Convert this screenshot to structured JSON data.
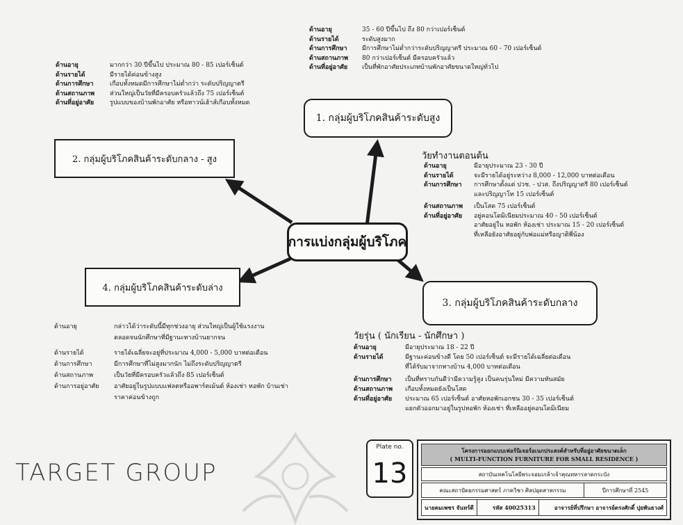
{
  "central": "การแบ่งกลุ่มผู้บริโภค",
  "groups": {
    "g1": "1.  กลุ่มผู้บริโภคสินค้าระดับสูง",
    "g2": "2.  กลุ่มผู้บริโภคสินค้าระดับกลาง - สูง",
    "g3": "3.  กลุ่มผู้บริโภคสินค้าระดับกลาง",
    "g4": "4.  กลุ่มผู้บริโภคสินค้าระดับล่าง"
  },
  "info1": [
    {
      "label": "ด้านอายุ",
      "value": "35 - 60 ปีขึ้นไป ถึง 80 กว่าเปอร์เซ็นต์"
    },
    {
      "label": "ด้านรายได้",
      "value": "ระดับสูงมาก"
    },
    {
      "label": "ด้านการศึกษา",
      "value": "มีการศึกษาไม่ต่ำกว่าระดับปริญญาตรี ประมาณ 60 - 70 เปอร์เซ็นต์"
    },
    {
      "label": "ด้านสถานภาพ",
      "value": "80 กว่าเปอร์เซ็นต์ มีครอบครัวแล้ว"
    },
    {
      "label": "ด้านที่อยู่อาศัย",
      "value": "เป็นที่พักอาศัยประเภทบ้านพักอาศัยขนาดใหญ่ทั่วไป"
    }
  ],
  "info2": [
    {
      "label": "ด้านอายุ",
      "value": "มากกว่า 30 ปีขึ้นไป ประมาณ 80 - 85 เปอร์เซ็นต์"
    },
    {
      "label": "ด้านรายได้",
      "value": "มีรายได้ค่อนข้างสูง"
    },
    {
      "label": "ด้านการศึกษา",
      "value": "เกือบทั้งหมดมีการศึกษาไม่ต่ำกว่า ระดับปริญญาตรี"
    },
    {
      "label": "ด้านสถานภาพ",
      "value": "ส่วนใหญ่เป็นวัยที่มีครอบครัวแล้วถึง 75 เปอร์เซ็นต์"
    },
    {
      "label": "ด้านที่อยู่อาศัย",
      "value": "รูปแบบของบ้านพักอาศัย หรือทาวน์เฮ้าส์เกือบทั้งหมด"
    }
  ],
  "info3_heading": "วัยทำงานตอนต้น",
  "info3": [
    {
      "label": "ด้านอายุ",
      "value": "มีอายุประมาณ  23 - 30 ปี"
    },
    {
      "label": "ด้านรายได้",
      "value": "จะมีรายได้อยู่ระหว่าง 8,000 - 12,000 บาทต่อเดือน"
    },
    {
      "label": "ด้านการศึกษา",
      "value": "การศึกษาตั้งแต่ ปวช. - ปวส. ถึงปริญญาตรี 80 เปอร์เซ็นต์"
    },
    {
      "label": "",
      "value": "และปริญญาโท 15 เปอร์เซ็นต์"
    },
    {
      "label": "ด้านสถานภาพ",
      "value": "เป็นโสด 75 เปอร์เซ็นต์"
    },
    {
      "label": "ด้านที่อยู่อาศัย",
      "value": "อยู่คอนโดมิเนียมประมาณ  40 - 50 เปอร์เซ็นต์"
    },
    {
      "label": "",
      "value": "อาศัยอยู่ใน หอพัก ห้องเช่า ประมาณ 15 - 20 เปอร์เซ็นต์"
    },
    {
      "label": "",
      "value": "ที่เหลือยังอาศัยอยู่กับพ่อแม่หรือญาติพี่น้อง"
    }
  ],
  "info4": [
    {
      "label": "ด้านอายุ",
      "value": "กล่าวได้ว่าระดับนี้มีทุกช่วงอายุ ส่วนใหญ่เป็นผู้ใช้แรงงาน"
    },
    {
      "label": "",
      "value": "ตลอดจนนักศึกษาที่มีฐานะทางบ้านยากจน"
    },
    {
      "label": "ด้านรายได้",
      "value": "รายได้เฉลี่ยจะอยู่ที่ประมาณ 4,000 - 5,000 บาทต่อเดือน"
    },
    {
      "label": "ด้านการศึกษา",
      "value": "มีการศึกษาที่ไม่สูงมากนัก ไม่ถึงระดับปริญญาตรี"
    },
    {
      "label": "ด้านสถานภาพ",
      "value": "เป็นวัยที่มีครอบครัวแล้วถึง 85 เปอร์เซ็นต์"
    },
    {
      "label": "ด้านการอยู่อาศัย",
      "value": "อาศัยอยู่ในรูปแบบแฟลตหรืออพาร์ตเม้นต์ ห้องเช่า หอพัก บ้านเช่า"
    },
    {
      "label": "",
      "value": "ราคาค่อนข้างถูก"
    }
  ],
  "info5_heading": "วัยรุ่น ( นักเรียน - นักศึกษา )",
  "info5": [
    {
      "label": "ด้านอายุ",
      "value": "มีอายุประมาณ 18 - 22 ปี"
    },
    {
      "label": "ด้านรายได้",
      "value": "มีฐานะค่อนข้างดี โดย 50 เปอร์เซ็นต์ จะมีรายได้เฉลี่ยต่อเดือน"
    },
    {
      "label": "",
      "value": "ที่ได้รับมาจากทางบ้าน 4,000 บาทต่อเดือน"
    },
    {
      "label": "ด้านการศึกษา",
      "value": "เป็นที่ทราบกันดีว่ามีความรู้สูง เป็นคนรุ่นใหม่ มีความทันสมัย"
    },
    {
      "label": "ด้านสถานภาพ",
      "value": "เกือบทั้งหมดยังเป็นโสด"
    },
    {
      "label": "ด้านที่อยู่อาศัย",
      "value": "ประมาณ 65 เปอร์เซ็นต์ อาศัยหอพักเอกชน 30 - 35 เปอร์เซ็นต์"
    },
    {
      "label": "",
      "value": "แยกตัวออกมาอยู่ในรูปหอพัก ห้องเช่า ที่เหลืออยู่คอนโดมิเนียม"
    }
  ],
  "footer": {
    "target": "TARGET GROUP",
    "plate_label": "Plate no.",
    "plate_number": "13",
    "project_th": "โครงการออกแบบเฟอร์นิเจอร์อเนกประสงค์สำหรับที่อยู่อาศัยขนาดเล็ก",
    "project_en": "( MULTI-FUNCTION  FURNITURE FOR SMALL RESIDENCE )",
    "university": "สถาบันเทคโนโลยีพระจอมเกล้าเจ้าคุณทหารลาดกระบัง",
    "faculty": "คณะสถาปัตยกรรมศาสตร์  ภาควิชา ศิลปอุตสาหกรรม",
    "academic_year": "ปีการศึกษาที่ 2545",
    "student": "นายคมเพชร จันทร์ดี",
    "student_id": "รหัส 40025313",
    "advisor": "อาจารย์ที่ปรึกษา อาจารย์ตรงศักดิ์ ปุยพันธวงศ์"
  }
}
